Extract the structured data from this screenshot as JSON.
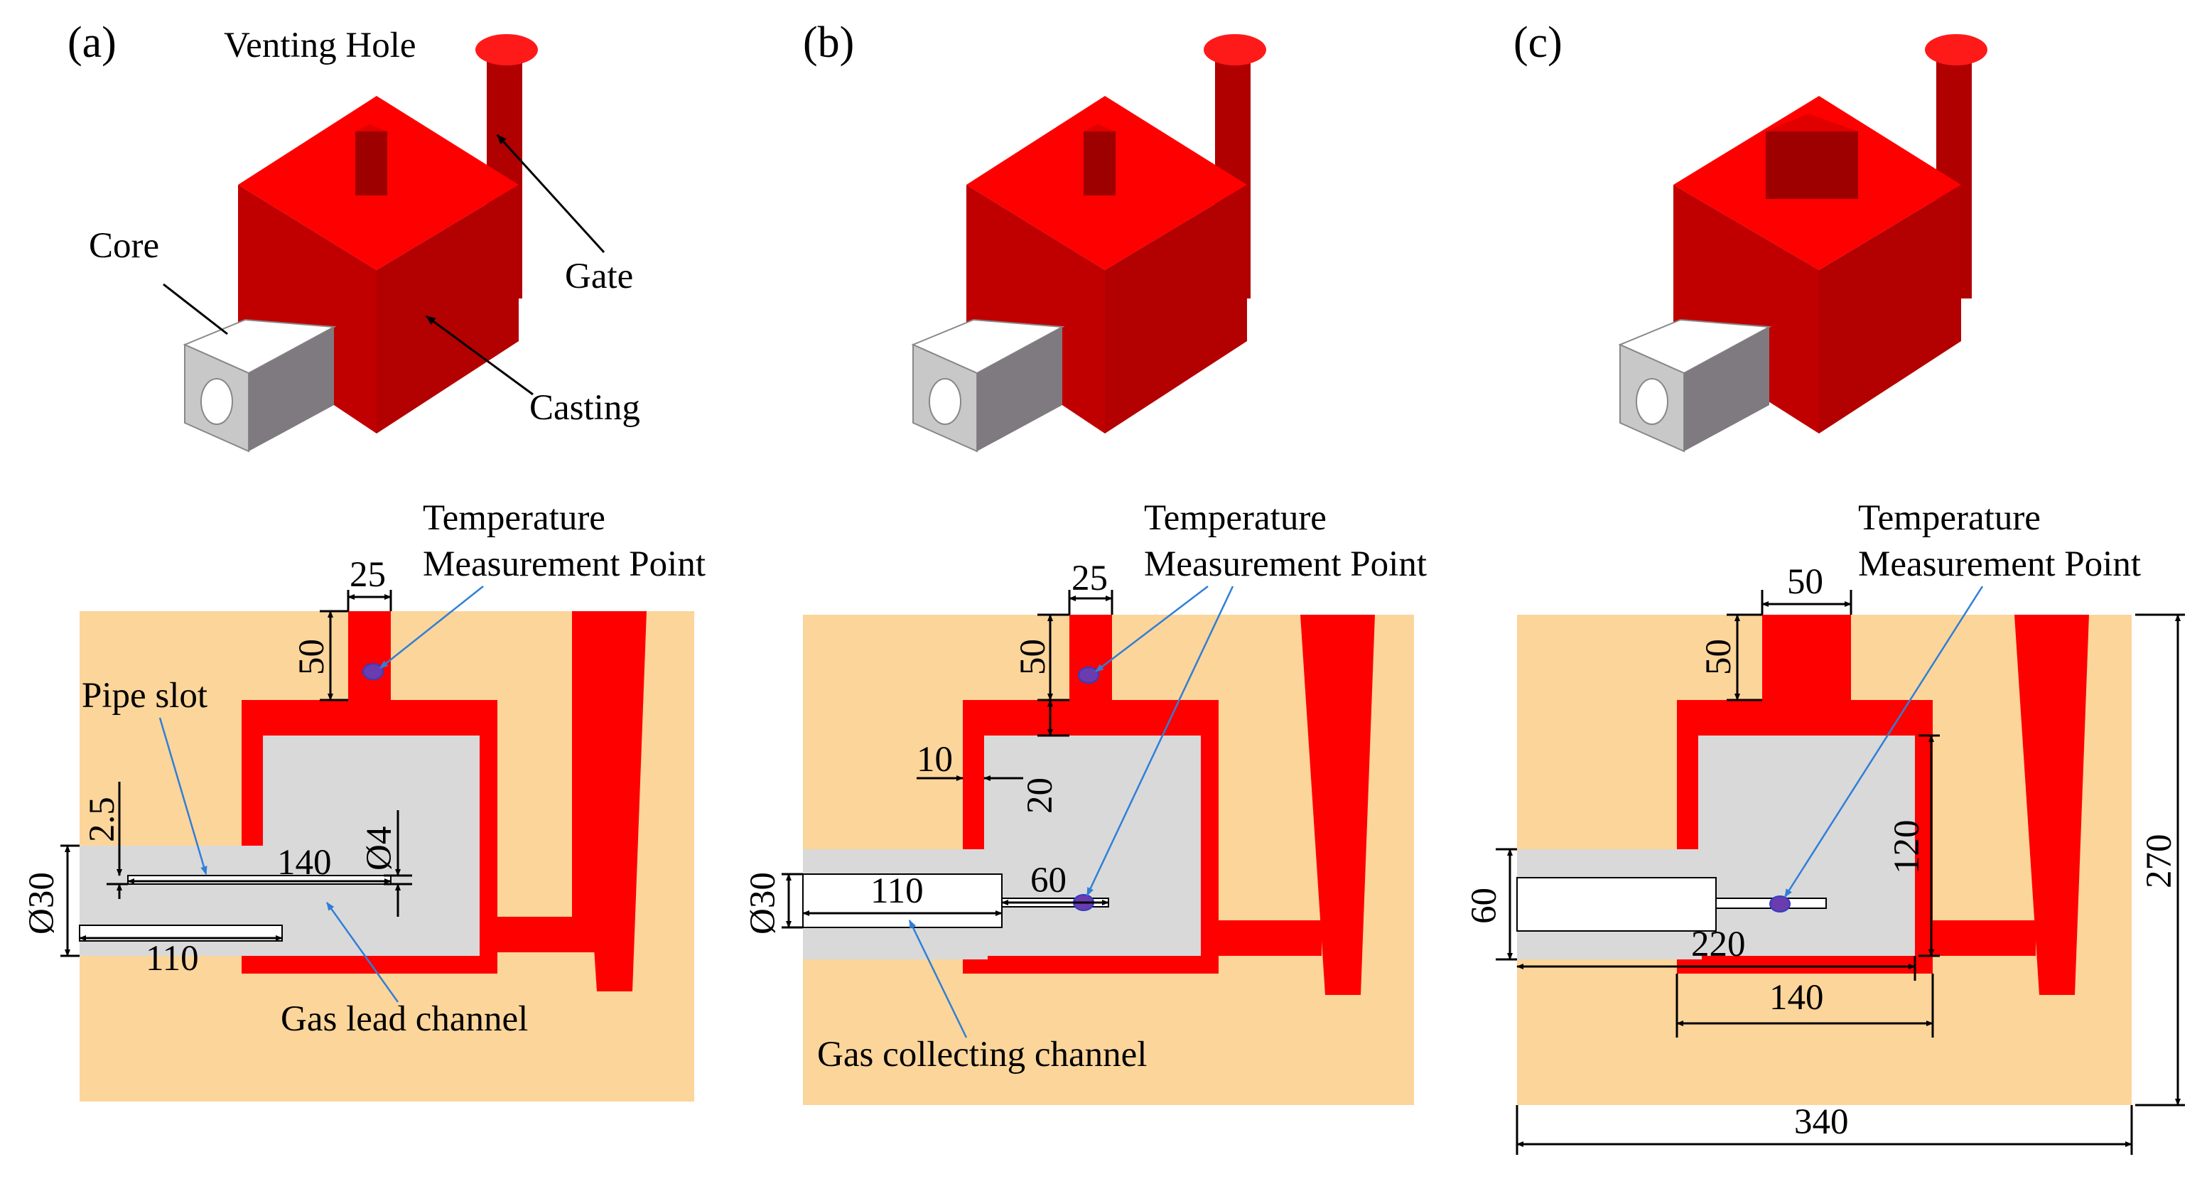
{
  "panels": [
    {
      "letter": "(a)",
      "labels": {
        "venting_hole": "Venting Hole",
        "core": "Core",
        "gate": "Gate",
        "casting": "Casting",
        "temp_line1": "Temperature",
        "temp_line2": "Measurement Point",
        "pipe_slot": "Pipe slot",
        "gas_channel": "Gas lead channel"
      },
      "dims": {
        "riser_width": "25",
        "riser_height": "50",
        "slot_offset": "2.5",
        "slot_length": "140",
        "diameter_small": "Ø4",
        "diameter_core": "Ø30",
        "core_length": "110"
      }
    },
    {
      "letter": "(b)",
      "labels": {
        "temp_line1": "Temperature",
        "temp_line2": "Measurement Point",
        "gas_channel": "Gas collecting channel"
      },
      "dims": {
        "riser_width": "25",
        "riser_height": "50",
        "channel_width": "10",
        "channel_height": "20",
        "diameter_core": "Ø30",
        "core_length": "110",
        "channel_length": "60"
      }
    },
    {
      "letter": "(c)",
      "labels": {
        "temp_line1": "Temperature",
        "temp_line2": "Measurement Point"
      },
      "dims": {
        "riser_width": "50",
        "riser_height": "50",
        "cavity_height": "120",
        "mold_height": "270",
        "core_height": "60",
        "core_length": "220",
        "cavity_width": "140",
        "mold_width": "340"
      }
    }
  ],
  "colors": {
    "casting_red": "#ff0000",
    "casting_dark": "#b00000",
    "mold_sand": "#fcd59a",
    "core_gray": "#d9d9d9",
    "core_face": "#7f7a80",
    "measure_point": "#6b3bb0",
    "leader_blue": "#2f7fd8"
  }
}
